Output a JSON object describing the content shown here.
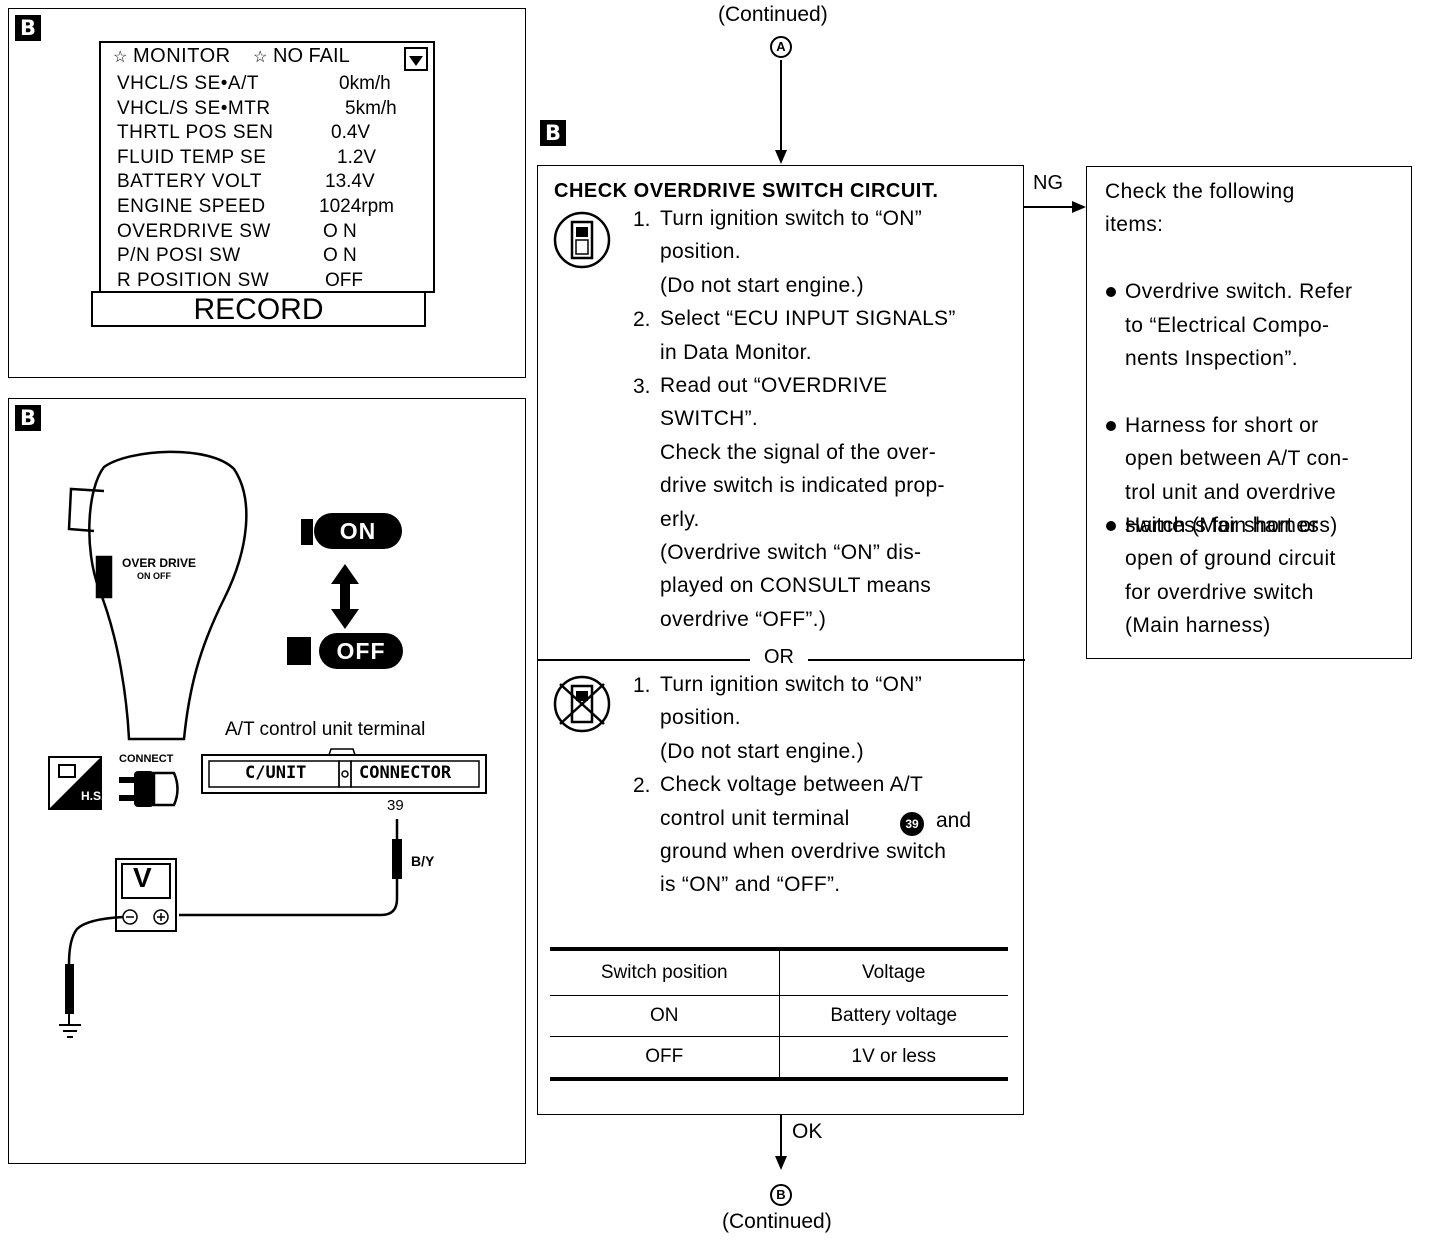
{
  "monitor_panel": {
    "tag": "B",
    "header": "MONITOR",
    "status": "NO FAIL",
    "rows": [
      {
        "label": "VHCL/S SE•A/T",
        "value": "0km/h"
      },
      {
        "label": "VHCL/S SE•MTR",
        "value": "5km/h"
      },
      {
        "label": "THRTL POS SEN",
        "value": "0.4V"
      },
      {
        "label": "FLUID TEMP SE",
        "value": "1.2V"
      },
      {
        "label": "BATTERY VOLT",
        "value": "13.4V"
      },
      {
        "label": "ENGINE SPEED",
        "value": "1024rpm"
      },
      {
        "label": "OVERDRIVE SW",
        "value": "O N"
      },
      {
        "label": "P/N POSI SW",
        "value": "O N"
      },
      {
        "label": "R POSITION SW",
        "value": "OFF"
      }
    ],
    "record_button": "RECORD"
  },
  "wiring_panel": {
    "tag": "B",
    "knob_label_1": "OVER DRIVE",
    "knob_label_2": "ON  OFF",
    "on_label": "ON",
    "off_label": "OFF",
    "terminal_title": "A/T control unit terminal",
    "cunit_label": "C/UNIT",
    "connector_label": "CONNECTOR",
    "terminal_number": "39",
    "wire_color": "B/Y",
    "connect_label": "CONNECT",
    "hs_label": "H.S.",
    "meter_label": "V"
  },
  "flow": {
    "continued_top": "(Continued)",
    "top_marker": "A",
    "tag": "B",
    "title": "CHECK OVERDRIVE SWITCH CIRCUIT.",
    "steps_a": [
      {
        "num": "1.",
        "lines": [
          "Turn ignition switch to “ON”",
          "position.",
          "(Do not start engine.)"
        ]
      },
      {
        "num": "2.",
        "lines": [
          "Select “ECU INPUT SIGNALS”",
          "in Data Monitor."
        ]
      },
      {
        "num": "3.",
        "lines": [
          "Read out “OVERDRIVE",
          "SWITCH”.",
          "Check the signal of the over-",
          "drive switch is indicated prop-",
          "erly.",
          "(Overdrive switch “ON” dis-",
          "played on CONSULT means",
          "overdrive “OFF”.)"
        ]
      }
    ],
    "or_label": "OR",
    "steps_b": [
      {
        "num": "1.",
        "lines": [
          "Turn ignition switch to “ON”",
          "position.",
          "(Do not start engine.)"
        ]
      },
      {
        "num": "2.",
        "lines": [
          "Check voltage between A/T",
          "control unit terminal",
          "ground when overdrive switch",
          "is “ON” and “OFF”."
        ]
      }
    ],
    "step_b2_terminal": "39",
    "step_b2_and": "and",
    "table": {
      "headers": [
        "Switch position",
        "Voltage"
      ],
      "rows": [
        [
          "ON",
          "Battery voltage"
        ],
        [
          "OFF",
          "1V or less"
        ]
      ]
    },
    "ng_label": "NG",
    "ok_label": "OK",
    "bottom_marker": "B",
    "continued_bottom": "(Continued)"
  },
  "ng_box": {
    "intro_lines": [
      "Check the following",
      "items:"
    ],
    "items": [
      [
        "Overdrive switch. Refer",
        "to “Electrical Compo-",
        "nents Inspection”."
      ],
      [
        "Harness for short or",
        "open between A/T con-",
        "trol unit and overdrive",
        "switch (Main harness)"
      ],
      [
        "Harness for short or",
        "open of ground circuit",
        "for overdrive switch",
        "(Main harness)"
      ]
    ]
  }
}
